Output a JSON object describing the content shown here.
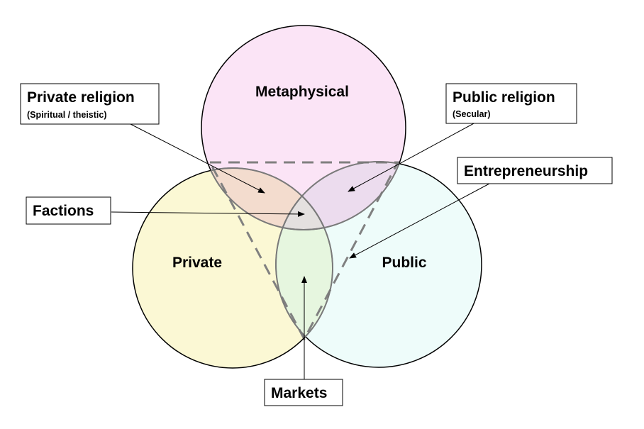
{
  "circles": {
    "metaphysical": {
      "label": "Metaphysical",
      "fill": "#fbe4f6"
    },
    "private": {
      "label": "Private",
      "fill": "#fbf8d4"
    },
    "public": {
      "label": "Public",
      "fill": "#eefcfa"
    }
  },
  "callouts": {
    "private_religion": {
      "title": "Private religion",
      "subtitle": "(Spiritual / theistic)"
    },
    "public_religion": {
      "title": "Public religion",
      "subtitle": "(Secular)"
    },
    "entrepreneurship": {
      "title": "Entrepreneurship"
    },
    "factions": {
      "title": "Factions"
    },
    "markets": {
      "title": "Markets"
    }
  },
  "colors": {
    "outline": "#000000",
    "dashed_triangle": "#808080",
    "overlap_private_metaphysical": "#f3dcce",
    "overlap_public_metaphysical": "#ecdcee",
    "overlap_private_public": "#e6f6df",
    "overlap_center": "#e4e0df"
  }
}
